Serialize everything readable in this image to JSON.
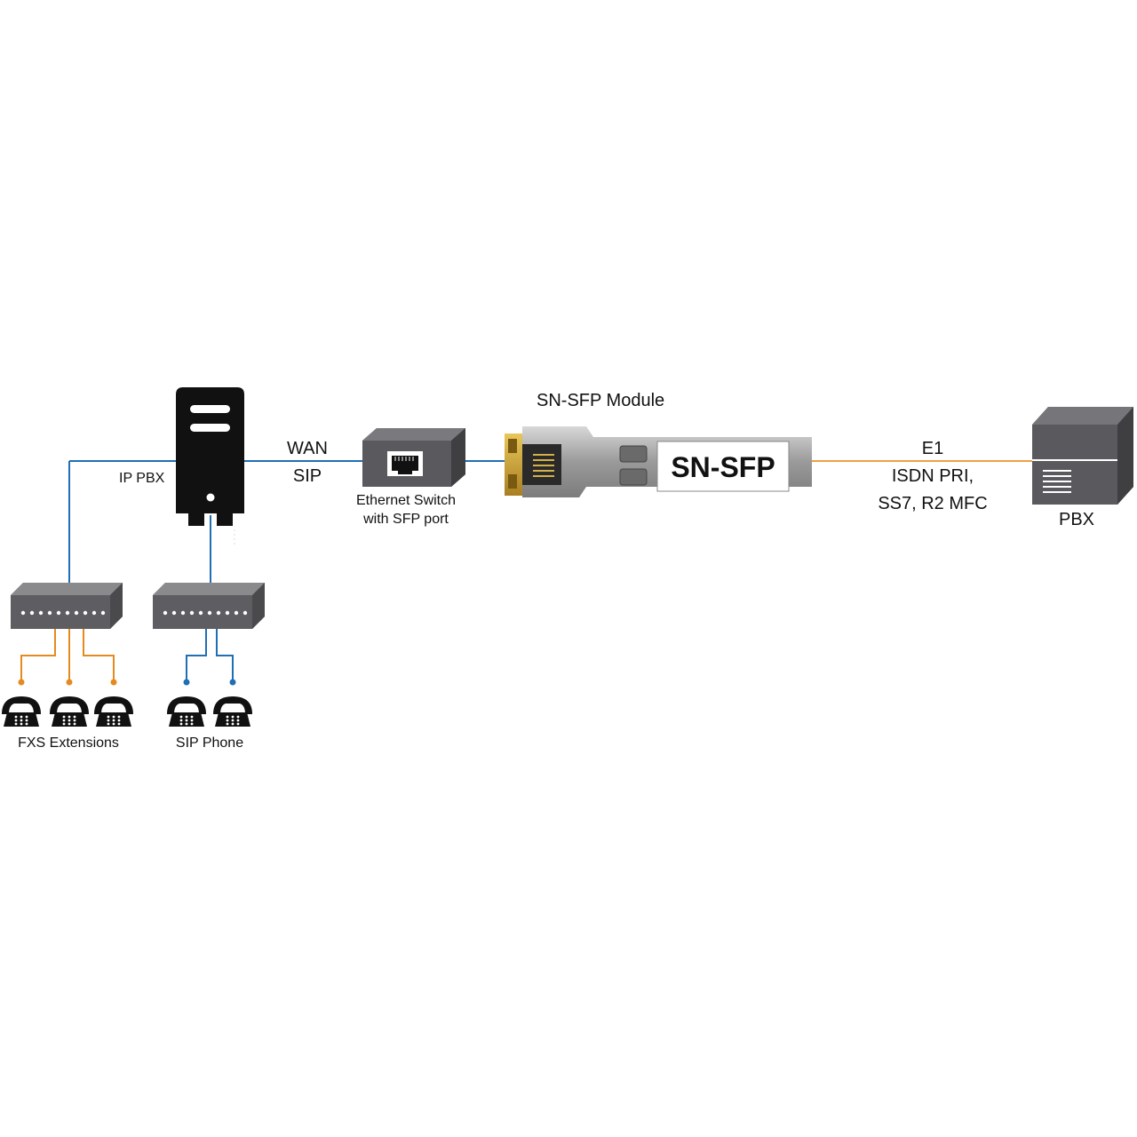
{
  "colors": {
    "ethernet_link": "#1f6fb5",
    "e1_link": "#f0a040",
    "fxs_link": "#e68a1f",
    "device_dark": "#5a5a5e",
    "device_black": "#111111",
    "sfp_metal": "#a8a8a8",
    "sfp_gold": "#c9a23a"
  },
  "labels": {
    "ip_pbx": "IP PBX",
    "wan": "WAN",
    "sip": "SIP",
    "switch_line1": "Ethernet Switch",
    "switch_line2": "with SFP port",
    "module_title": "SN-SFP Module",
    "sfp_label": "SN-SFP",
    "e1": "E1",
    "isdn": "ISDN PRI,",
    "ss7": "SS7, R2 MFC",
    "pbx": "PBX",
    "fxs": "FXS Extensions",
    "sip_phone": "SIP Phone"
  },
  "icons": [
    "server-icon",
    "ethernet-switch-icon",
    "rj45-port-icon",
    "sfp-module-icon",
    "pbx-box-icon",
    "hub-icon",
    "telephone-icon"
  ]
}
